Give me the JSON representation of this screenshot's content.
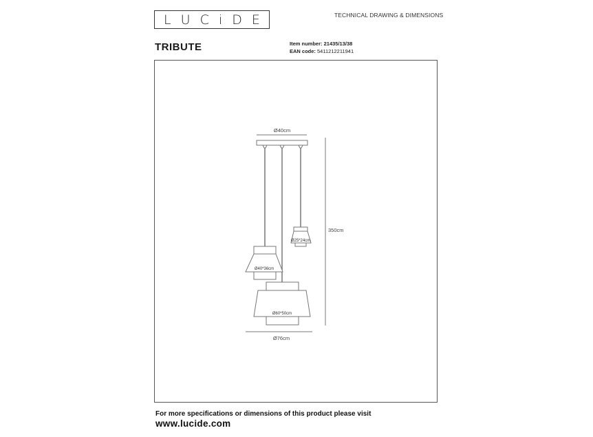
{
  "header": {
    "logo_letters": [
      "L",
      "U",
      "C",
      "I",
      "D",
      "E"
    ],
    "document_type": "TECHNICAL DRAWING & DIMENSIONS"
  },
  "product": {
    "name": "TRIBUTE",
    "item_number_label": "Item number:",
    "item_number": "21435/13/38",
    "ean_label": "EAN code:",
    "ean": "5411212211941"
  },
  "drawing": {
    "canopy_width": "Ø40cm",
    "total_height": "350cm",
    "small_shade": "Ø25*24cm",
    "medium_shade": "Ø40*36cm",
    "large_shade": "Ø60*50cm",
    "total_width": "Ø76cm",
    "line_color": "#777777"
  },
  "footer": {
    "text": "For more specifications or dimensions of this product please visit",
    "url": "www.lucide.com"
  }
}
